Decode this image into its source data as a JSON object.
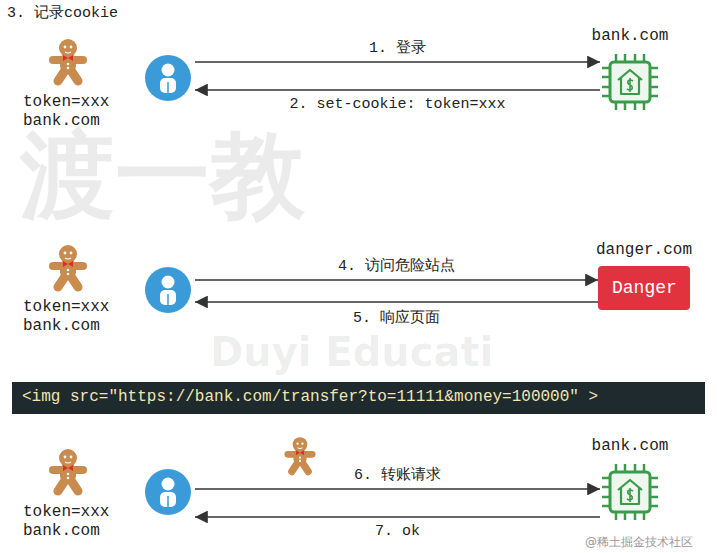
{
  "diagram": {
    "nodes": [
      {
        "text": [
          "3. 记录cookie",
          "token=xxx bank.com"
        ]
      },
      {
        "text": [
          "bank.com"
        ]
      },
      {
        "text": [
          "token=xxx bank.com"
        ]
      },
      {
        "text": [
          "danger.com",
          "Danger"
        ]
      },
      {
        "text": [
          "token=xxx bank.com"
        ]
      },
      {
        "text": [
          "bank.com"
        ]
      }
    ],
    "edges": [
      {
        "from": 0,
        "to": 1,
        "label": "1. 登录",
        "arrow": "to"
      },
      {
        "from": 1,
        "to": 0,
        "label": "2. set-cookie: token=xxx",
        "arrow": "to"
      },
      {
        "from": 2,
        "to": 3,
        "label": "4. 访问危险站点",
        "arrow": "to"
      },
      {
        "from": 3,
        "to": 2,
        "label": "5. 响应页面",
        "arrow": "to"
      },
      {
        "from": 4,
        "to": 5,
        "label": "6. 转账请求",
        "arrow": "to"
      },
      {
        "from": 5,
        "to": 4,
        "label": "7. ok",
        "arrow": "to"
      }
    ],
    "labels": [
      "<img src=\"https://bank.com/transfer?to=11111&money=100000\" >",
      "渡一教",
      "Duyi Educati",
      "@稀土掘金技术社区"
    ]
  }
}
